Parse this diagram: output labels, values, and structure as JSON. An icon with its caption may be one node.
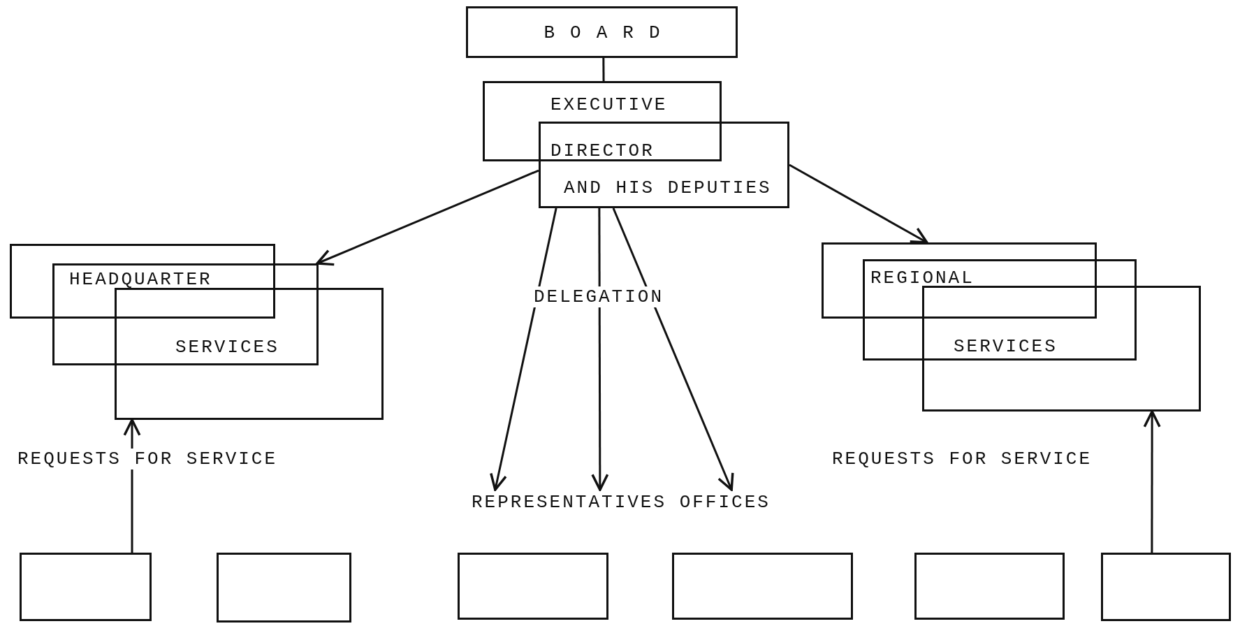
{
  "diagram": {
    "nodes": [
      {
        "text": [
          "BOARD"
        ]
      },
      {
        "text": [
          "EXECUTIVE",
          "DIRECTOR"
        ]
      },
      {
        "text": [
          "AND HIS DEPUTIES"
        ]
      },
      {
        "text": [
          "HEADQUARTER"
        ]
      },
      {
        "text": [
          "SERVICES"
        ]
      },
      {
        "text": [],
        "shape": "box"
      },
      {
        "text": [
          "REGIONAL"
        ]
      },
      {
        "text": [
          "SERVICES"
        ]
      },
      {
        "text": [],
        "shape": "box"
      },
      {
        "text": [],
        "shape": "box"
      },
      {
        "text": [],
        "shape": "box"
      },
      {
        "text": [],
        "shape": "box"
      },
      {
        "text": [],
        "shape": "box"
      },
      {
        "text": [],
        "shape": "box"
      },
      {
        "text": [],
        "shape": "box"
      },
      {
        "text": [
          "REPRESENTATIVES OFFICES"
        ]
      }
    ],
    "edges": [
      {
        "from": 0,
        "to": 1,
        "arrow": "none"
      },
      {
        "from": 2,
        "to": 4,
        "arrow": "to"
      },
      {
        "from": 2,
        "to": 6,
        "arrow": "to"
      },
      {
        "from": 2,
        "to": 15,
        "arrow": "to"
      },
      {
        "from": 2,
        "to": 15,
        "arrow": "to",
        "label": "DELEGATION"
      },
      {
        "from": 2,
        "to": 15,
        "arrow": "to"
      },
      {
        "from": 9,
        "to": 5,
        "arrow": "to"
      },
      {
        "from": 14,
        "to": 8,
        "arrow": "to"
      }
    ],
    "labels": [
      "REQUESTS FOR SERVICE",
      "REQUESTS FOR SERVICE"
    ]
  }
}
